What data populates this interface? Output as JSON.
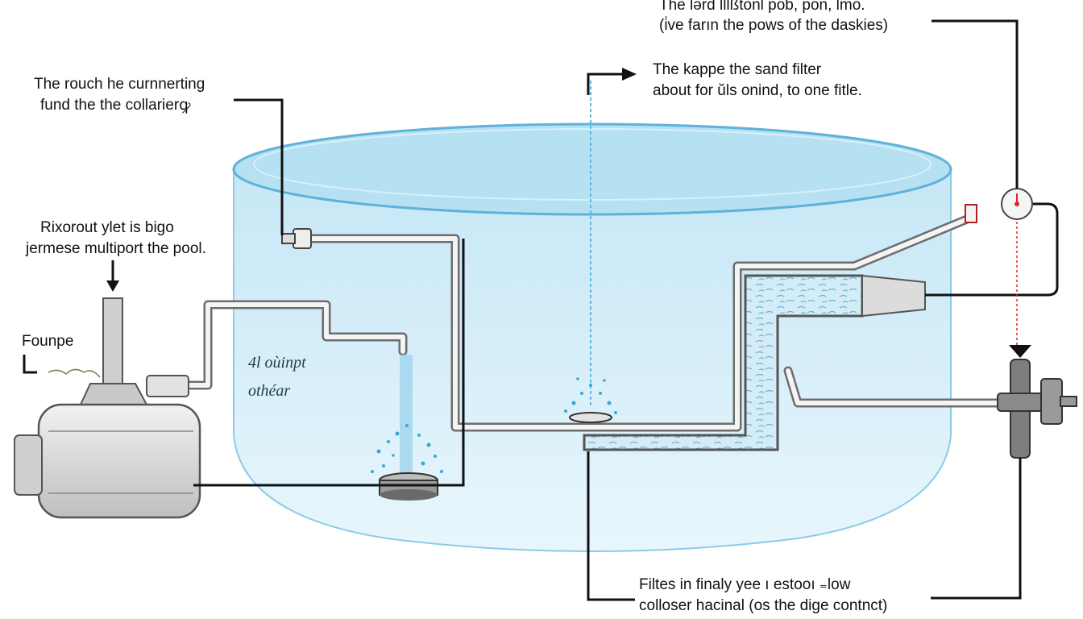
{
  "labels": {
    "top_right_line1": "The lərd lllßtonl pob, pon, lmo.",
    "top_right_line2": "(i̇ve farın the pows of the daskies)",
    "sand_filter_line1": "The kappe the sand filter",
    "sand_filter_line2": "about for ŭls onind, to one fitle.",
    "top_left_line1": "The rouch he curnnerting",
    "top_left_line2": "fund the the collarierꝙ",
    "pump_top_line1": "Rixorout ylet is bigo",
    "pump_top_line2": "jermese multiport the pool.",
    "pump_left": "Founpe",
    "pool_inner_line1": "4l oùinpt",
    "pool_inner_line2": "othéar",
    "bottom_line1": "Filtes in finaly yee ı estooı ₌low",
    "bottom_line2": "colloser hacinal (os the dige contnct)"
  },
  "colors": {
    "water_surface": "#b6e1f3",
    "pool_wall": "#d9eff9",
    "pool_edge": "#7ec3e3",
    "callout_line": "#111111",
    "pipe": "#6d6d6d",
    "pump_body": "#d9d9d9",
    "gauge_needle": "#e0252b",
    "spray": "#3aa7d6"
  },
  "icons": {
    "pump": "pump-icon",
    "pressure_gauge": "gauge-icon",
    "valve": "valve-icon",
    "inlet_fitting": "inlet-icon",
    "bottom_drain": "drain-icon"
  }
}
